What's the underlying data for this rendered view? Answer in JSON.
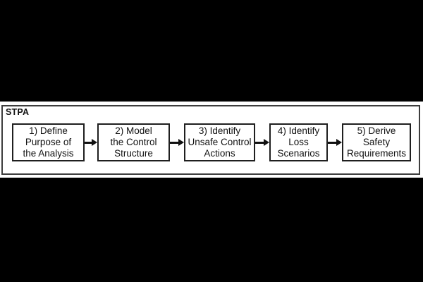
{
  "diagram": {
    "title": "STPA",
    "steps": [
      {
        "label": "1) Define\nPurpose of\nthe Analysis"
      },
      {
        "label": "2) Model\nthe Control\nStructure"
      },
      {
        "label": "3) Identify\nUnsafe Control\nActions"
      },
      {
        "label": "4) Identify\nLoss\nScenarios"
      },
      {
        "label": "5) Derive\nSafety\nRequirements"
      }
    ],
    "colors": {
      "letterbox": "#000000",
      "canvas": "#ffffff",
      "frame_border": "#3d3d3d",
      "box_border": "#1f1f1f",
      "text": "#111111",
      "arrow": "#111111"
    }
  }
}
